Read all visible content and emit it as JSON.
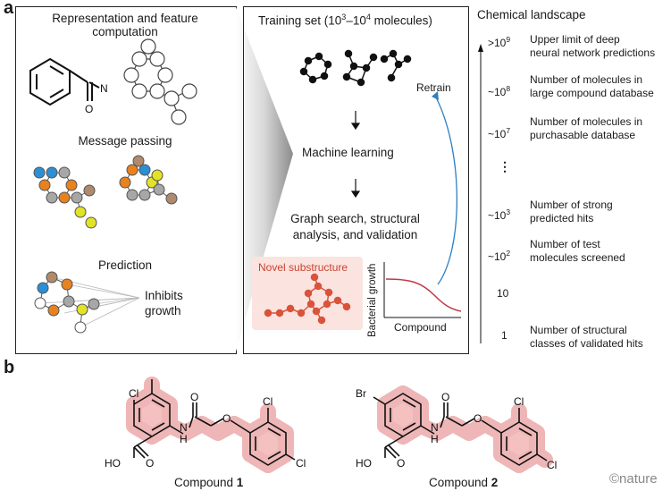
{
  "panel_a_label": "a",
  "panel_b_label": "b",
  "left_box": {
    "title_line1": "Representation and feature",
    "title_line2": "computation",
    "atom_n": "N",
    "atom_o": "O",
    "message_passing": "Message passing",
    "prediction": "Prediction",
    "inhibits_line1": "Inhibits",
    "inhibits_line2": "growth"
  },
  "middle_box": {
    "training_set_prefix": "Training set (10",
    "training_set_exp1": "3",
    "training_set_mid": "–10",
    "training_set_exp2": "4",
    "training_set_suffix": " molecules)",
    "machine_learning": "Machine learning",
    "graph_line1": "Graph search, structural",
    "graph_line2": "analysis, and validation",
    "retrain": "Retrain",
    "novel_substructure": "Novel substructure",
    "y_axis": "Bacterial growth",
    "x_axis": "Compound"
  },
  "landscape": {
    "title": "Chemical landscape",
    "rows": [
      {
        "value_prefix": ">10",
        "value_exp": "9",
        "line1": "Upper limit of deep",
        "line2": "neural network predictions"
      },
      {
        "value_prefix": "~10",
        "value_exp": "8",
        "line1": "Number of molecules in",
        "line2": "large compound database"
      },
      {
        "value_prefix": "~10",
        "value_exp": "7",
        "line1": "Number of molecules in",
        "line2": "purchasable database"
      },
      {
        "value_prefix": "⋮",
        "value_exp": "",
        "line1": "",
        "line2": ""
      },
      {
        "value_prefix": "~10",
        "value_exp": "3",
        "line1": "Number of strong",
        "line2": "predicted hits"
      },
      {
        "value_prefix": "~10",
        "value_exp": "2",
        "line1": "Number of test",
        "line2": "molecules screened"
      },
      {
        "value_prefix": "10",
        "value_exp": "",
        "line1": "",
        "line2": ""
      },
      {
        "value_prefix": "1",
        "value_exp": "",
        "line1": "Number of structural",
        "line2": "classes of validated hits"
      }
    ]
  },
  "compounds": [
    {
      "cl_top": "Cl",
      "nh": "N",
      "h": "H",
      "o_carbonyl": "O",
      "o_ether": "O",
      "cl_ortho": "Cl",
      "cl_para": "Cl",
      "ho": "HO",
      "o_acid": "O",
      "caption_prefix": "Compound ",
      "caption_num": "1"
    },
    {
      "cl_top": "Br",
      "nh": "N",
      "h": "H",
      "o_carbonyl": "O",
      "o_ether": "O",
      "cl_ortho": "Cl",
      "cl_para": "Cl",
      "ho": "HO",
      "o_acid": "O",
      "caption_prefix": "Compound ",
      "caption_num": "2"
    }
  ],
  "credit": "©nature",
  "colors": {
    "blue": "#2b8fd6",
    "orange": "#e8821e",
    "gray": "#a7a7a7",
    "yellow": "#e2e227",
    "tan": "#b08a6a",
    "highlight": "#f2b5b5",
    "red_atom": "#d9533a",
    "curve": "#c0394b",
    "arrow_blue": "#2e7fc1"
  }
}
